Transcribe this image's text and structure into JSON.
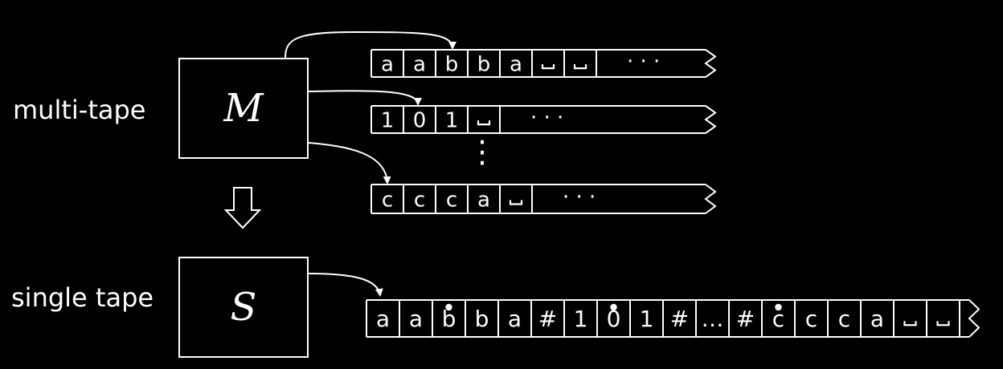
{
  "labels": {
    "multi": "multi-tape",
    "single": "single tape"
  },
  "machines": {
    "multi": "M",
    "single": "S"
  },
  "tapes": [
    {
      "cells": [
        "a",
        "a",
        "b",
        "b",
        "a",
        "⎵",
        "⎵"
      ],
      "dots": "· · ·",
      "head": 2
    },
    {
      "cells": [
        "1",
        "0",
        "1",
        "⎵"
      ],
      "dots": "· · ·",
      "head": 1
    },
    {
      "cells": [
        "c",
        "c",
        "c",
        "a",
        "⎵"
      ],
      "dots": "· · ·",
      "head": 0
    }
  ],
  "vertical_dots": "⋮",
  "single_tape": {
    "cells": [
      "a",
      "a",
      "b",
      "b",
      "a",
      "#",
      "1",
      "0",
      "1",
      "#",
      "…",
      "#",
      "c",
      "c",
      "c",
      "a",
      "⎵",
      "⎵"
    ],
    "marked": [
      2,
      7,
      12
    ]
  },
  "colors": {
    "background": "#000000",
    "foreground": "#ffffff"
  },
  "icons": {
    "arrow": "hollow-down-arrow-icon"
  }
}
